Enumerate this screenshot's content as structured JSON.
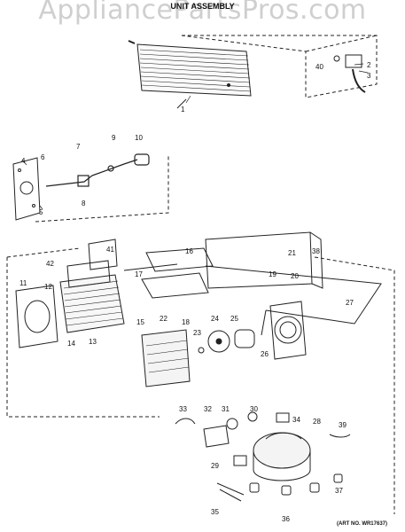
{
  "watermark": "AppliancePartsPros.com",
  "title": "UNIT ASSEMBLY",
  "art_no": "(ART NO. WR17637)",
  "callouts": [
    "1",
    "2",
    "3",
    "40",
    "4",
    "5",
    "6",
    "7",
    "8",
    "9",
    "10",
    "41",
    "42",
    "16",
    "17",
    "11",
    "12",
    "13",
    "14",
    "15",
    "18",
    "21",
    "38",
    "19",
    "20",
    "27",
    "22",
    "23",
    "24",
    "25",
    "26",
    "33",
    "32",
    "31",
    "30",
    "34",
    "28",
    "39",
    "29",
    "37",
    "35",
    "36"
  ]
}
